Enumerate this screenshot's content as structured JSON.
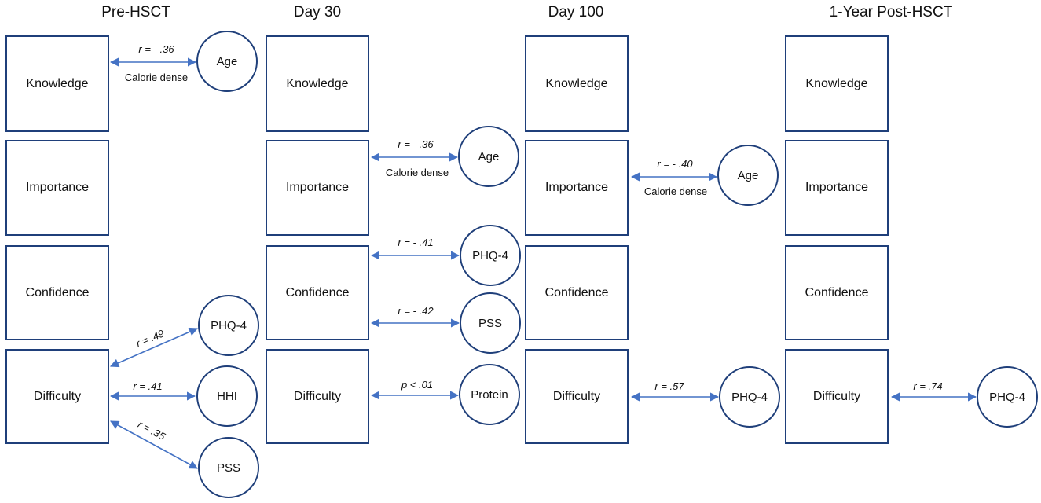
{
  "timepoints": [
    "Pre-HSCT",
    "Day 30",
    "Day 100",
    "1-Year Post-HSCT"
  ],
  "constructs": [
    "Knowledge",
    "Importance",
    "Confidence",
    "Difficulty"
  ],
  "correlates": {
    "pre_age": "Age",
    "pre_phq4": "PHQ-4",
    "pre_hhi": "HHI",
    "pre_pss": "PSS",
    "d30_age": "Age",
    "d30_phq4": "PHQ-4",
    "d30_pss": "PSS",
    "d30_protein": "Protein",
    "d100_age": "Age",
    "d100_phq4": "PHQ-4",
    "y1_phq4": "PHQ-4"
  },
  "associations": {
    "pre_know_age": "r = - .36",
    "pre_know_age_sub": "Calorie dense",
    "pre_diff_phq4": "r = .49",
    "pre_diff_hhi": "r = .41",
    "pre_diff_pss": "r = .35",
    "d30_imp_age": "r = - .36",
    "d30_imp_age_sub": "Calorie dense",
    "d30_conf_phq4": "r = - .41",
    "d30_conf_pss": "r = - .42",
    "d30_diff_protein": "p < .01",
    "d100_imp_age": "r = - .40",
    "d100_imp_age_sub": "Calorie dense",
    "d100_diff_phq4": "r = .57",
    "y1_diff_phq4": "r = .74"
  },
  "colors": {
    "box_border": "#1f3f7a",
    "arrow": "#4472c4"
  }
}
